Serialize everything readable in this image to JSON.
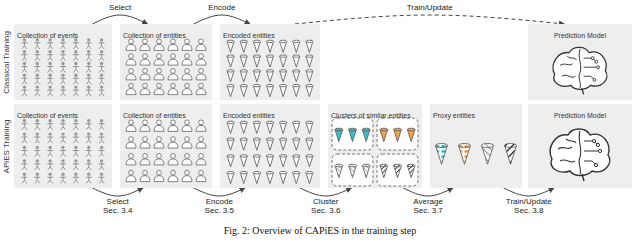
{
  "diagram": {
    "caption": "Fig. 2: Overview of CAPiES in the training step",
    "nodes": [
      {
        "text": [
          "Collection of events"
        ]
      },
      {
        "text": [
          "Collection of entities"
        ]
      },
      {
        "text": [
          "Encoded entities"
        ]
      },
      {
        "text": [
          "Prediction Model"
        ]
      },
      {
        "text": [
          "Collection of events"
        ]
      },
      {
        "text": [
          "Collection of entities"
        ]
      },
      {
        "text": [
          "Encoded entities"
        ]
      },
      {
        "text": [
          "Clusters of similar entities"
        ]
      },
      {
        "text": [
          "Proxy entities"
        ]
      },
      {
        "text": [
          "Prediction Model"
        ]
      }
    ],
    "edges": [
      {
        "from": 0,
        "to": 1,
        "arrow": "to",
        "label": "Select"
      },
      {
        "from": 1,
        "to": 2,
        "arrow": "to",
        "label": "Encode"
      },
      {
        "from": 2,
        "to": 3,
        "arrow": "to",
        "label": "Train/Update"
      },
      {
        "from": 4,
        "to": 5,
        "arrow": "to",
        "label": "Select Sec. 3.4"
      },
      {
        "from": 5,
        "to": 6,
        "arrow": "to",
        "label": "Encode Sec. 3.5"
      },
      {
        "from": 6,
        "to": 7,
        "arrow": "to",
        "label": "Cluster Sec. 3.6"
      },
      {
        "from": 7,
        "to": 8,
        "arrow": "to",
        "label": "Average Sec. 3.7"
      },
      {
        "from": 8,
        "to": 9,
        "arrow": "to",
        "label": "Train/Update Sec. 3.8"
      }
    ],
    "labels": [
      "Classical Training",
      "APiES Training"
    ]
  }
}
